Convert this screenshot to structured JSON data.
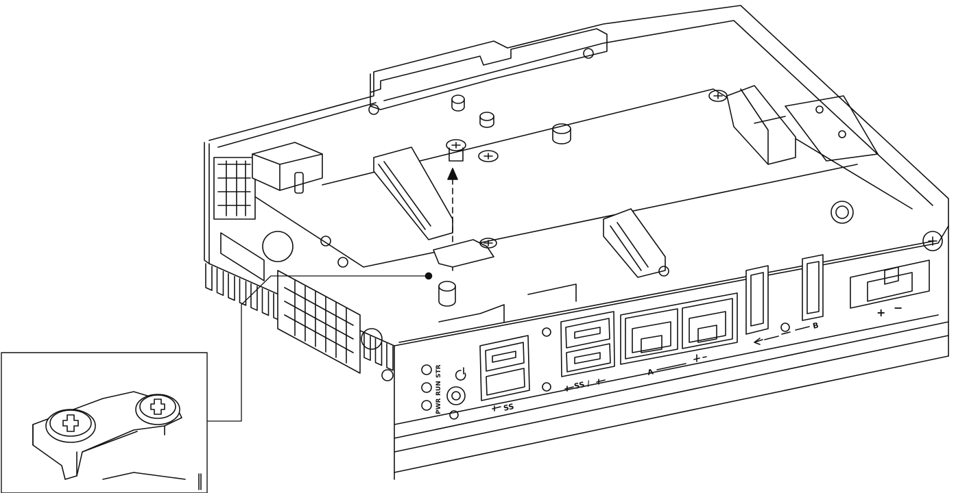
{
  "panel_labels": {
    "pwr": "PWR",
    "run": "RUN",
    "str": "STR",
    "ss_usb": "SS",
    "ss_usb_pair": "SS / ",
    "plus": "+",
    "minus": "−",
    "lan_a": "A",
    "lan_b": "B",
    "dp_b": "B"
  },
  "colors": {
    "line": "#111111",
    "paper": "#ffffff",
    "shade": "#e8e8e8"
  },
  "icons": [
    "power-icon",
    "usb-icon",
    "network-icon",
    "display-port-icon",
    "screw-icon",
    "arrow-up-icon"
  ]
}
